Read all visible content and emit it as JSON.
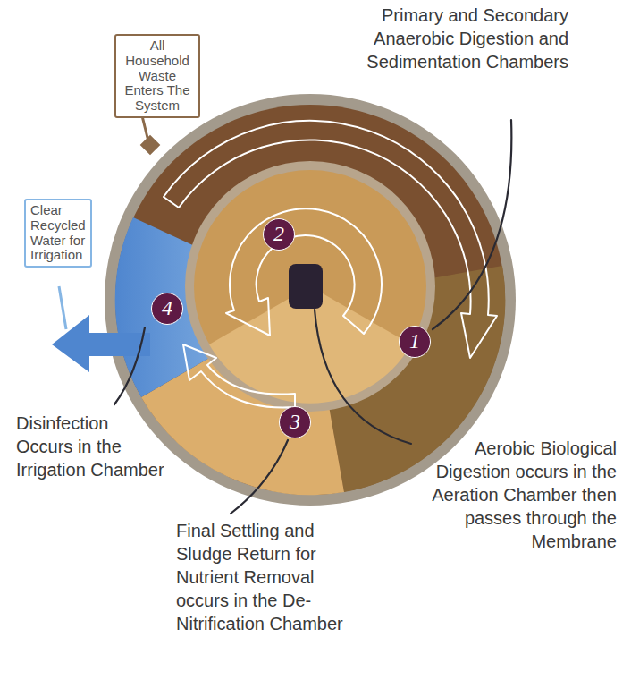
{
  "diagram": {
    "nodes": [
      {
        "text": [
          "All Household Waste Enters The System"
        ]
      },
      {
        "text": [
          "Clear Recycled Water for Irrigation"
        ]
      },
      {
        "text": [
          "1"
        ]
      },
      {
        "text": [
          "2"
        ]
      },
      {
        "text": [
          "3"
        ]
      },
      {
        "text": [
          "4"
        ]
      }
    ],
    "labels": [
      "Primary and Secondary Anaerobic Digestion and Sedimentation Chambers",
      "Aerobic Biological Digestion occurs in the Aeration Chamber then passes through the Membrane",
      "Final Settling and Sludge Return for Nutrient Removal occurs in the De-Nitrification Chamber",
      "Disinfection Occurs in the Irrigation Chamber"
    ]
  }
}
